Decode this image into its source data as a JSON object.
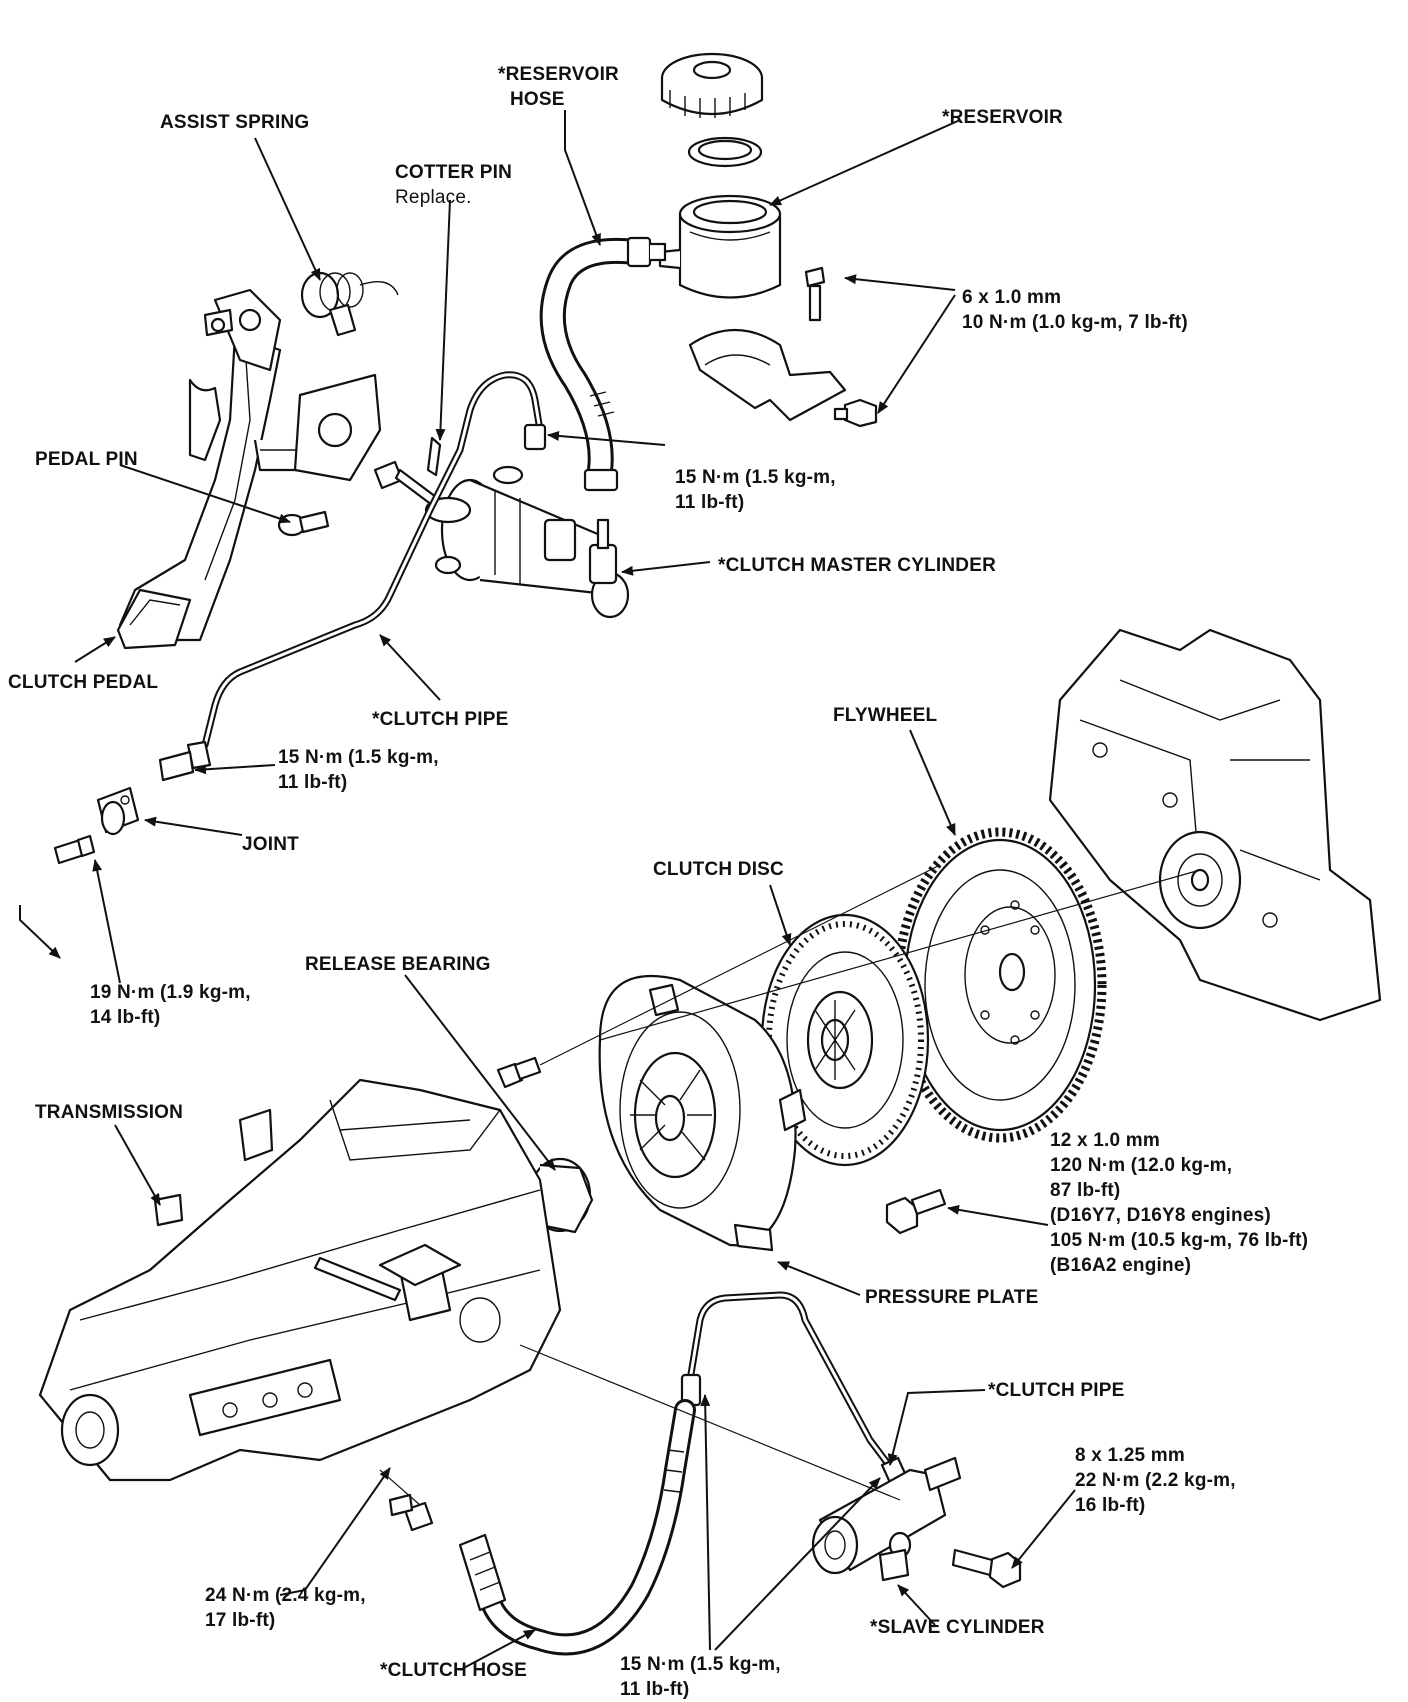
{
  "labels": {
    "reservoir_hose": [
      "*RESERVOIR",
      "HOSE"
    ],
    "assist_spring": "ASSIST SPRING",
    "cotter_pin": [
      "COTTER PIN",
      "Replace."
    ],
    "reservoir": "*RESERVOIR",
    "torque_reservoir_bolt": [
      "6 x 1.0 mm",
      "10 N·m (1.0 kg-m, 7 lb-ft)"
    ],
    "pedal_pin": "PEDAL PIN",
    "torque_master_pipe": [
      "15 N·m (1.5 kg-m,",
      "11 lb-ft)"
    ],
    "clutch_master_cylinder": "*CLUTCH MASTER CYLINDER",
    "clutch_pedal": "CLUTCH PEDAL",
    "clutch_pipe_upper": "*CLUTCH PIPE",
    "flywheel": "FLYWHEEL",
    "torque_joint_pipe": [
      "15 N·m (1.5 kg-m,",
      "11 lb-ft)"
    ],
    "joint": "JOINT",
    "clutch_disc": "CLUTCH DISC",
    "release_bearing": "RELEASE BEARING",
    "torque_joint_bolt": [
      "19 N·m (1.9 kg-m,",
      "14 lb-ft)"
    ],
    "transmission": "TRANSMISSION",
    "torque_flywheel_bolt": [
      "12 x 1.0 mm",
      "120 N·m (12.0 kg-m,",
      "87 lb-ft)",
      "(D16Y7, D16Y8 engines)",
      "105 N·m (10.5 kg-m, 76 lb-ft)",
      "(B16A2 engine)"
    ],
    "pressure_plate": "PRESSURE PLATE",
    "clutch_pipe_lower": "*CLUTCH PIPE",
    "torque_slave_bolt": [
      "8 x 1.25 mm",
      "22 N·m (2.2 kg-m,",
      "16 lb-ft)"
    ],
    "torque_trans_bracket": [
      "24 N·m (2.4 kg-m,",
      "17 lb-ft)"
    ],
    "slave_cylinder": "*SLAVE CYLINDER",
    "clutch_hose": "*CLUTCH HOSE",
    "torque_hose": [
      "15 N·m (1.5 kg-m,",
      "11 lb-ft)"
    ]
  }
}
